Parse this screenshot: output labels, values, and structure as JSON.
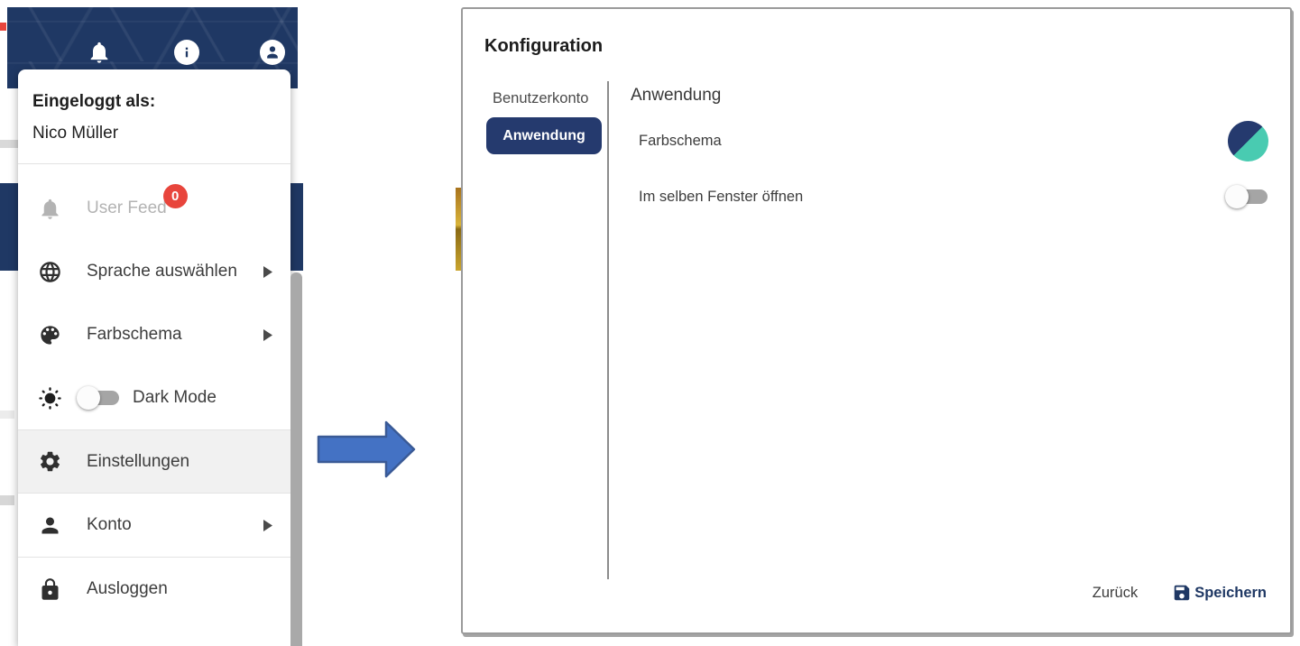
{
  "app": {
    "header": {
      "icons": [
        "notifications-bell",
        "info",
        "account"
      ]
    },
    "menu": {
      "logged_in_label": "Eingeloggt als:",
      "user_name": "Nico Müller",
      "items": [
        {
          "label": "User Feed",
          "icon": "bell",
          "badge": "0",
          "disabled": true
        },
        {
          "label": "Sprache auswählen",
          "icon": "globe",
          "has_submenu": true
        },
        {
          "label": "Farbschema",
          "icon": "palette",
          "has_submenu": true
        },
        {
          "label": "Dark Mode",
          "icon": "sun",
          "toggle_state": "off"
        },
        {
          "label": "Einstellungen",
          "icon": "gear",
          "highlighted": true
        },
        {
          "label": "Konto",
          "icon": "person",
          "has_submenu": true
        },
        {
          "label": "Ausloggen",
          "icon": "lock"
        }
      ]
    }
  },
  "dialog": {
    "title": "Konfiguration",
    "tabs": [
      {
        "label": "Benutzerkonto",
        "active": false
      },
      {
        "label": "Anwendung",
        "active": true
      }
    ],
    "section_heading": "Anwendung",
    "settings": [
      {
        "label": "Farbschema",
        "control": "color-scheme-swatch"
      },
      {
        "label": "Im selben Fenster öffnen",
        "control": "toggle",
        "state": "off"
      }
    ],
    "footer": {
      "back_label": "Zurück",
      "save_label": "Speichern",
      "save_icon": "floppy-disk"
    }
  },
  "colors": {
    "brand_navy": "#1f3864",
    "swatch_teal": "#49cbb1",
    "badge_red": "#e8453c",
    "arrow_blue": "#4472c4"
  }
}
